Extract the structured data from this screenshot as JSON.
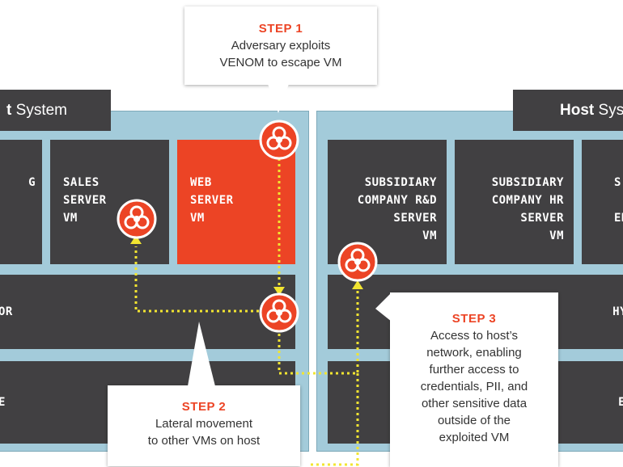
{
  "colors": {
    "panel": "#a3cbda",
    "dark": "#414042",
    "compromised": "#ec4425",
    "path": "#f2e531",
    "step_title": "#ec4425"
  },
  "left_system": {
    "label_bold": "t",
    "label_rest": "System",
    "vms": [
      "G",
      "SALES\nSERVER\nVM",
      "WEB\nSERVER\nVM"
    ],
    "hypervisor_label": "OR",
    "hardware_label": "E"
  },
  "right_system": {
    "label_bold": "Host",
    "label_rest": "Sys",
    "vms": [
      "SUBSIDIARY\nCOMPANY R&D\nSERVER\nVM",
      "SUBSIDIARY\nCOMPANY HR\nSERVER\nVM",
      "S\n\nEN"
    ],
    "hypervisor_label": "HY",
    "hardware_label": "E"
  },
  "steps": [
    {
      "title": "STEP 1",
      "body": "Adversary exploits\nVENOM to escape VM"
    },
    {
      "title": "STEP 2",
      "body": "Lateral movement\nto other VMs on host"
    },
    {
      "title": "STEP 3",
      "body": "Access to host’s\nnetwork, enabling\nfurther access to\ncredentials, PII, and\nother sensitive data\noutside of the\nexploited VM"
    }
  ],
  "icons": [
    "biohazard-icon",
    "arrow-up-icon",
    "arrow-down-icon"
  ]
}
